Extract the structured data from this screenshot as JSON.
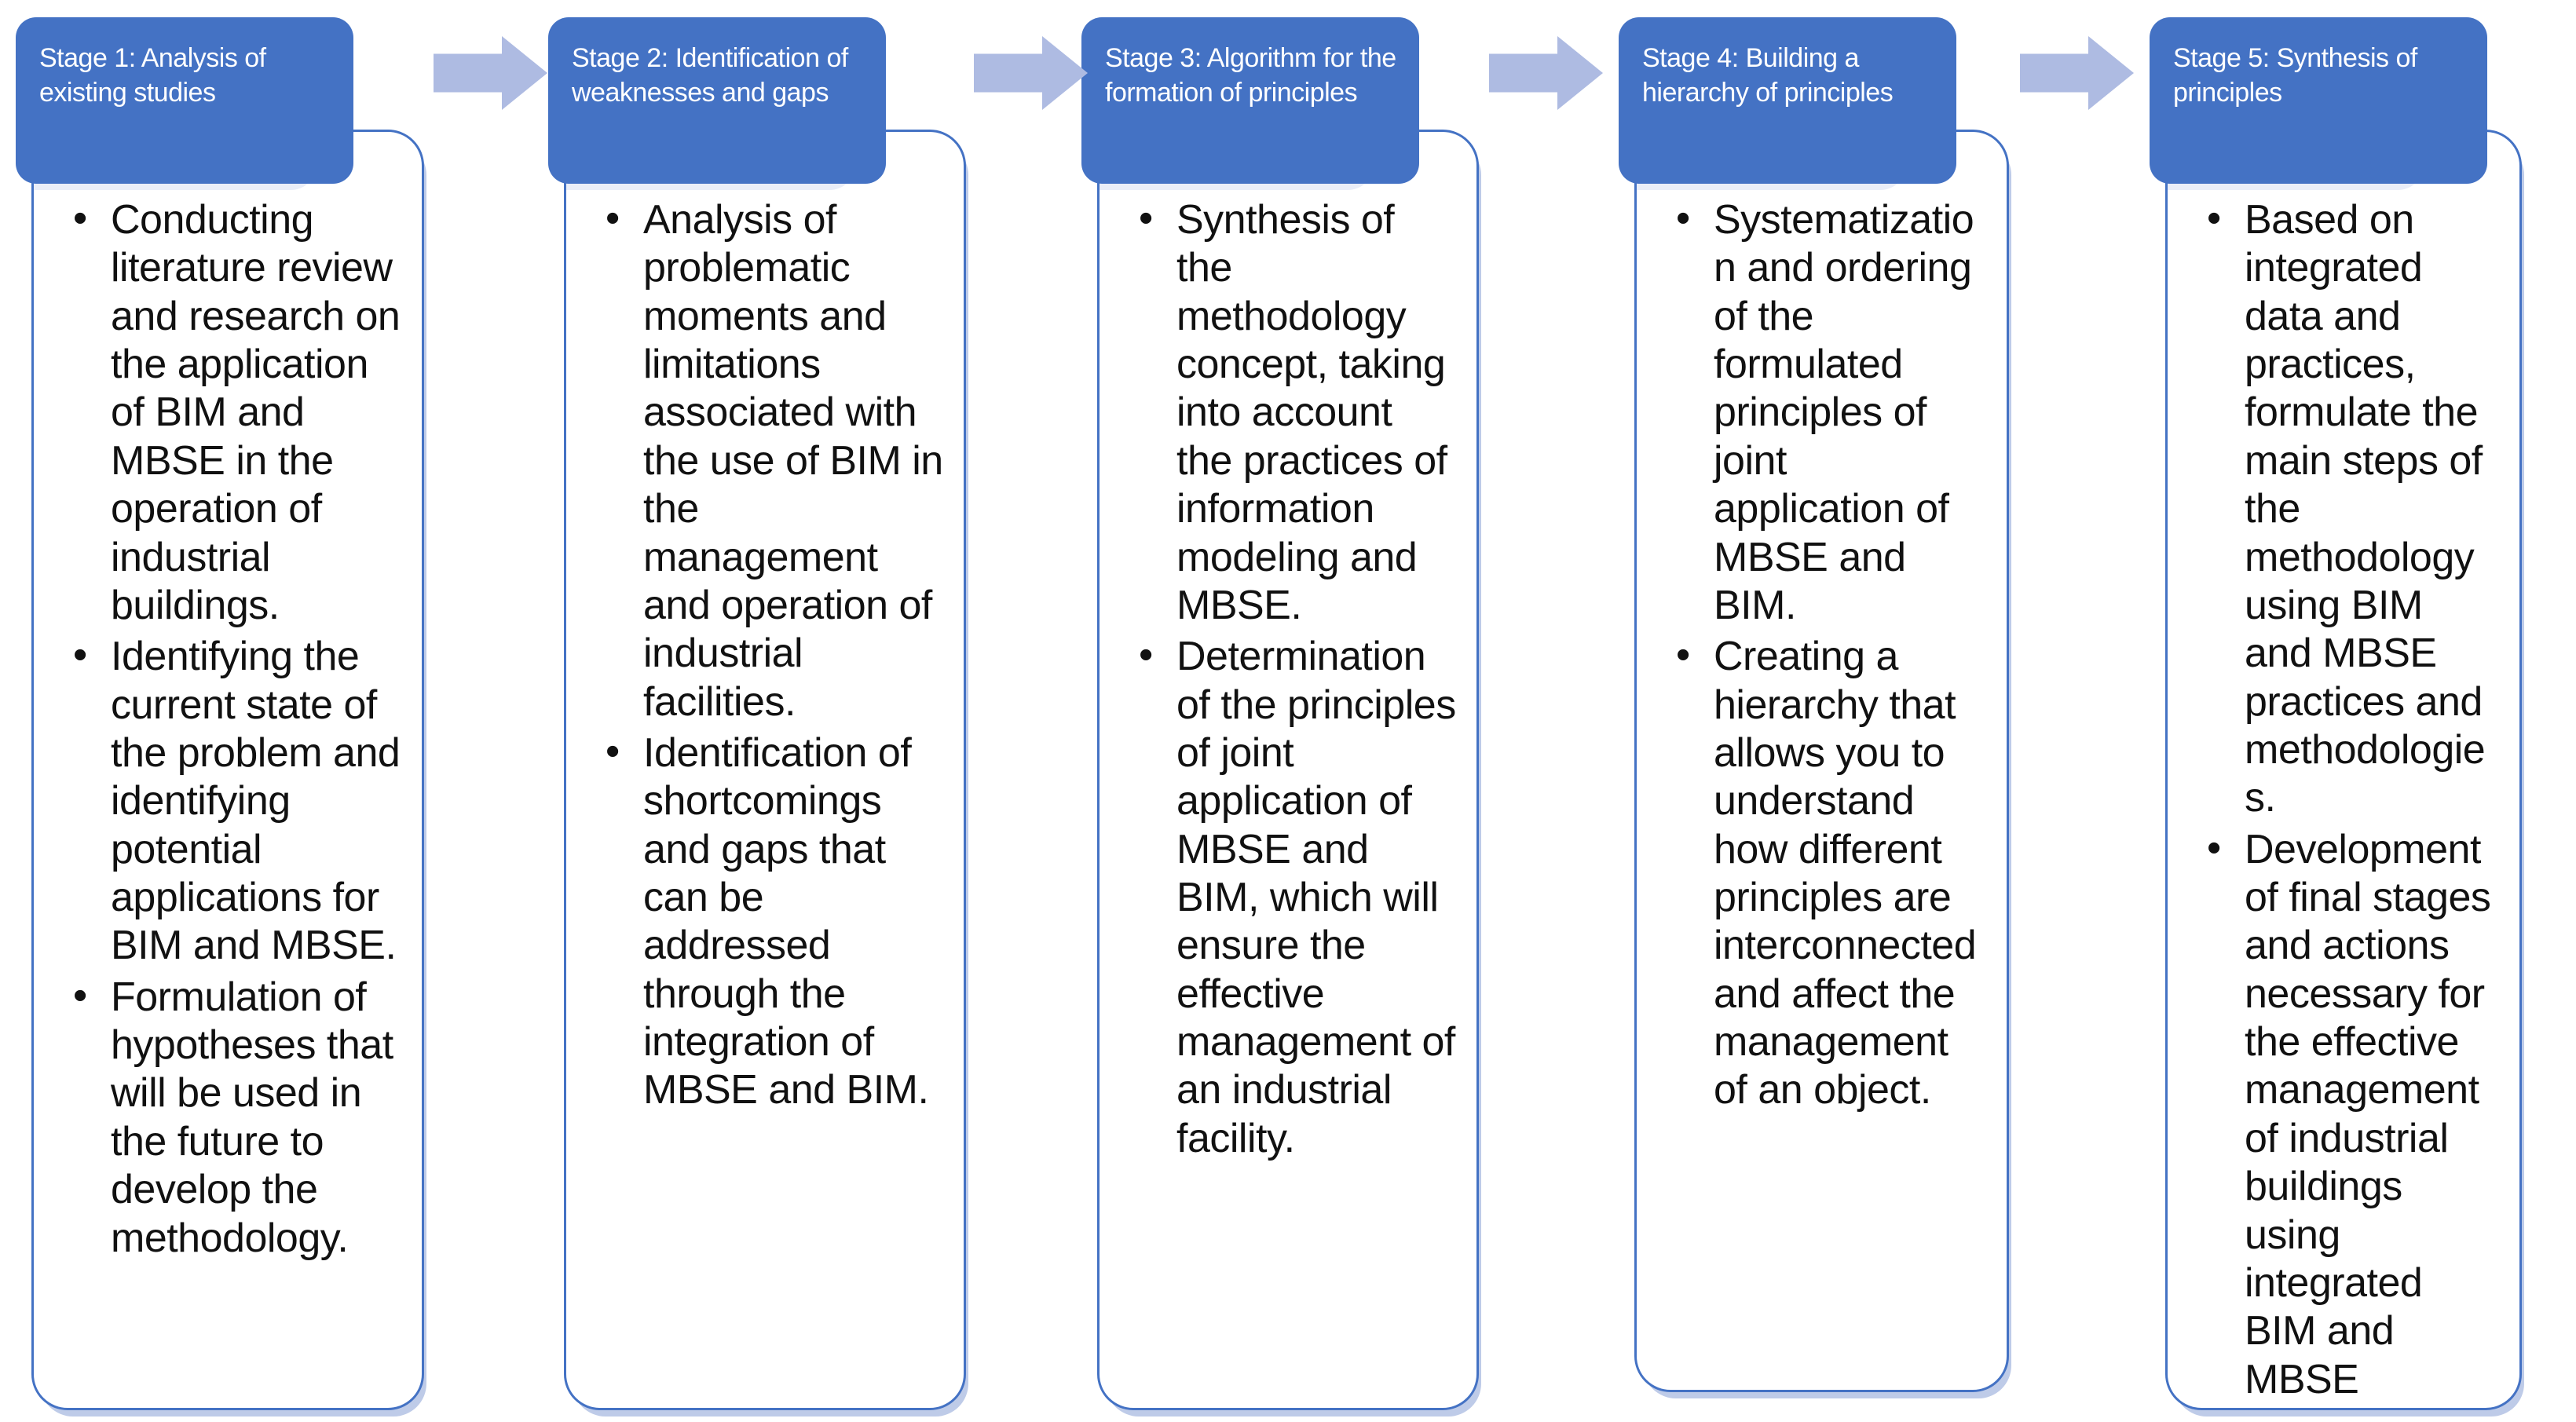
{
  "diagram": {
    "stages": [
      {
        "title": "Stage 1: Analysis of existing studies",
        "bullets": [
          "Conducting literature review and research on the application of BIM and MBSE in the operation of industrial buildings.",
          "Identifying the current state of the problem and identifying potential applications for BIM and MBSE.",
          "Formulation of hypotheses that will be used in the future to develop the methodology."
        ]
      },
      {
        "title": "Stage 2: Identification of weaknesses and gaps",
        "bullets": [
          "Analysis of problematic moments and limitations associated with the use of BIM in the management and operation of industrial facilities.",
          "Identification of shortcomings and gaps that can be addressed through the integration of MBSE and BIM."
        ]
      },
      {
        "title": "Stage 3: Algorithm for the formation of principles",
        "bullets": [
          "Synthesis of the methodology concept, taking into account the practices of information modeling and MBSE.",
          "Determination of the principles of joint application of MBSE and BIM, which will ensure the effective management of an industrial facility."
        ]
      },
      {
        "title": "Stage 4: Building a hierarchy of principles",
        "bullets": [
          "Systematization and ordering of the formulated principles of joint application of MBSE and BIM.",
          "Creating a hierarchy that allows you to understand how different principles are interconnected and affect the management of an object."
        ]
      },
      {
        "title": "Stage 5: Synthesis of principles",
        "bullets": [
          "Based on integrated data and practices, formulate the main steps of the methodology using BIM and MBSE practices and methodologies.",
          "Development of final stages and actions necessary for the effective management of industrial buildings using integrated BIM and MBSE approaches."
        ]
      }
    ]
  },
  "colors": {
    "header_bg": "#4472C4",
    "body_border": "#4472C4",
    "band_bg": "#E9EDF8",
    "arrow_fill": "#AEBBE2",
    "text": "#111111",
    "header_text": "#FFFFFF"
  }
}
